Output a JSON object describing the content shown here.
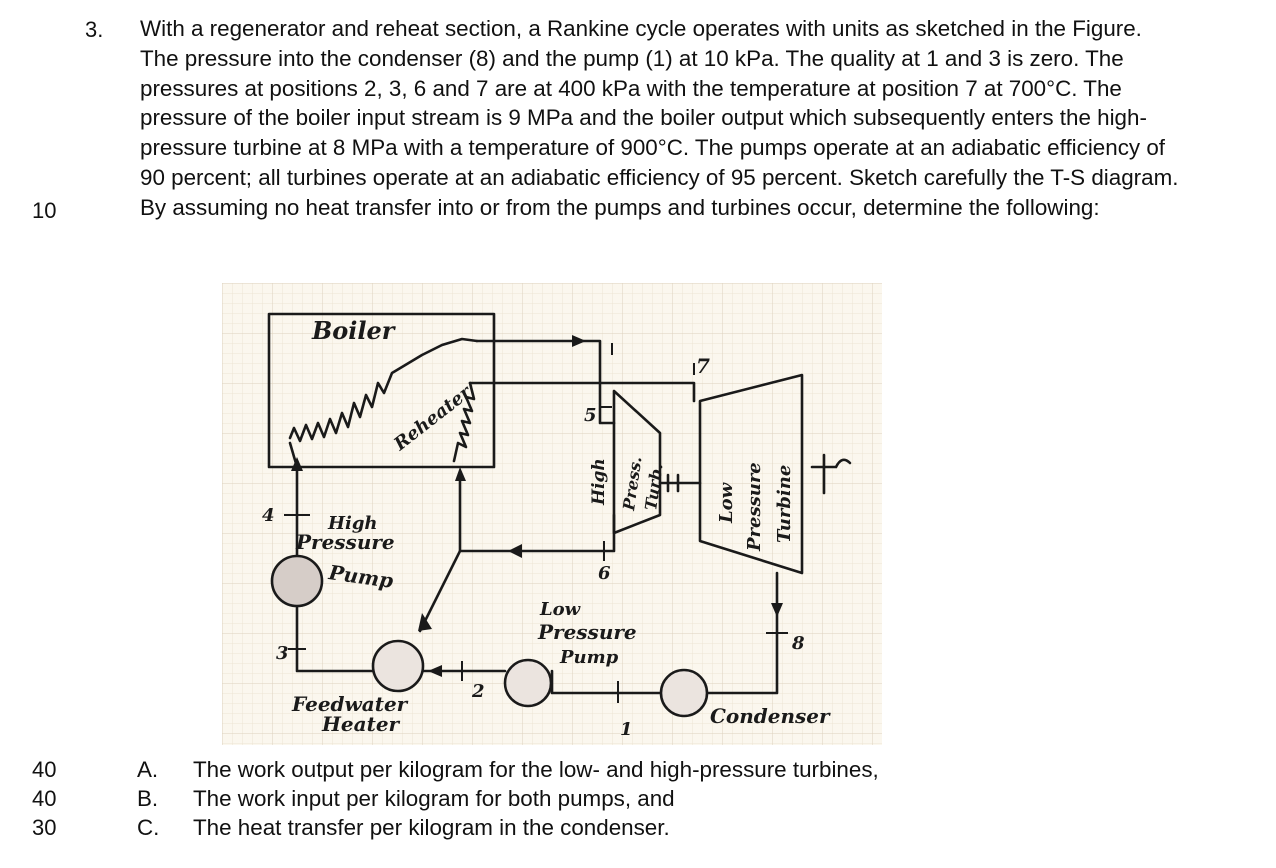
{
  "problem": {
    "number": "3.",
    "points": "10",
    "text": "With a regenerator and reheat section, a Rankine cycle operates with units as sketched in the Figure. The pressure into the condenser (8) and the pump (1) at 10 kPa. The quality at 1 and 3 is zero. The pressures at positions 2, 3, 6 and 7 are at 400 kPa with the temperature at position 7 at 700°C. The pressure of the boiler input stream is 9 MPa and the boiler output which subsequently enters the high-pressure turbine at 8 MPa with a temperature of 900°C. The pumps operate at an adiabatic efficiency of 90 percent; all turbines operate at an adiabatic efficiency of 95 percent. Sketch carefully the T-S diagram. By assuming no heat transfer into or from the pumps and turbines occur, determine the following:"
  },
  "figure": {
    "labels": {
      "boiler": "Boiler",
      "reheater": "Reheater",
      "hp_pump_line1": "High",
      "hp_pump_line2": "Pressure",
      "hp_pump_line3": "Pump",
      "hp_turbine_line1": "High",
      "hp_turbine_line2": "Press.",
      "hp_turbine_line3": "Turb.",
      "lp_turbine_line1": "Low",
      "lp_turbine_line2": "Pressure",
      "lp_turbine_line3": "Turbine",
      "lp_pump_line1": "Low",
      "lp_pump_line2": "Pressure",
      "lp_pump_line3": "Pump",
      "fwh_line1": "Feedwater",
      "fwh_line2": "Heater",
      "condenser": "Condenser"
    },
    "states": [
      "1",
      "2",
      "3",
      "4",
      "5",
      "6",
      "7",
      "8"
    ]
  },
  "questions": [
    {
      "letter": "A.",
      "points": "40",
      "text": "The work output per kilogram for the low- and high-pressure turbines,"
    },
    {
      "letter": "B.",
      "points": "40",
      "text": "The work input per kilogram for both pumps, and"
    },
    {
      "letter": "C.",
      "points": "30",
      "text": "The heat transfer per kilogram in the condenser."
    }
  ]
}
